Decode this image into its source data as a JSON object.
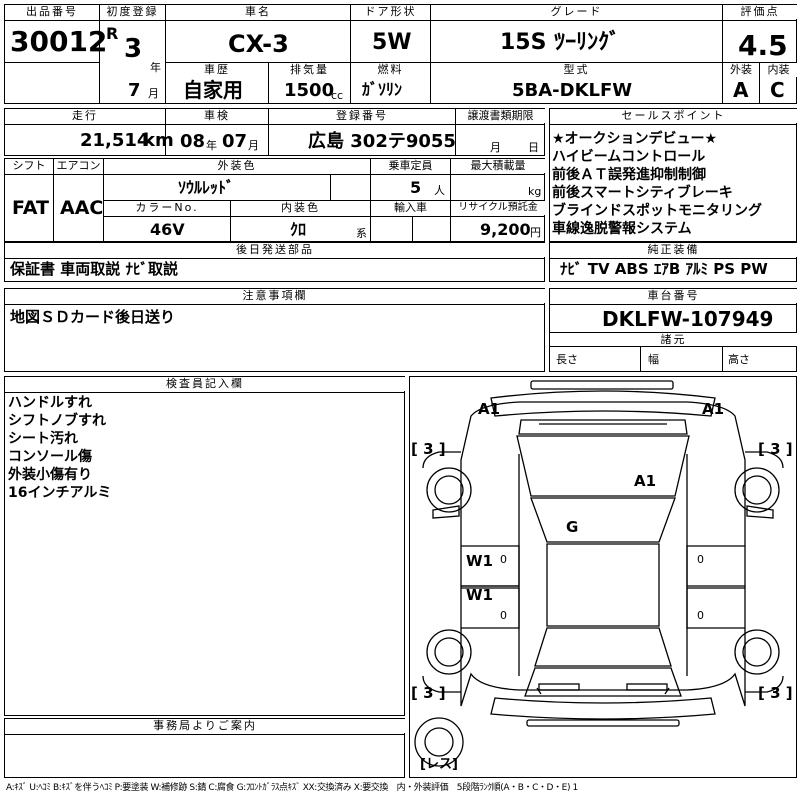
{
  "header": {
    "lot_label": "出品番号",
    "lot_number": "30012",
    "first_reg_label": "初度登録",
    "era": "R",
    "year": "3",
    "year_unit": "年",
    "month": "7",
    "month_unit": "月",
    "car_name_label": "車名",
    "car_name": "CX-3",
    "door_label": "ドア形状",
    "door": "5W",
    "grade_label": "グレード",
    "grade": "15S ﾂｰﾘﾝｸﾞ",
    "score_label": "評価点",
    "score": "4.5",
    "history_label": "車歴",
    "history": "自家用",
    "displacement_label": "排気量",
    "displacement": "1500",
    "displacement_unit": "cc",
    "fuel_label": "燃料",
    "fuel": "ｶﾞｿﾘﾝ",
    "model_label": "型式",
    "model": "5BA-DKLFW",
    "exterior_label": "外装",
    "exterior_grade": "A",
    "interior_label": "内装",
    "interior_grade": "C"
  },
  "row2": {
    "mileage_label": "走行",
    "mileage": "21,514",
    "mileage_unit": "km",
    "inspection_label": "車検",
    "insp_year": "08",
    "insp_year_unit": "年",
    "insp_month": "07",
    "insp_month_unit": "月",
    "reg_no_label": "登録番号",
    "reg_no": "広島 302テ9055",
    "transfer_label": "譲渡書類期限",
    "transfer_month_unit": "月",
    "transfer_day_unit": "日"
  },
  "row3": {
    "shift_label": "シフト",
    "shift": "FAT",
    "ac_label": "エアコン",
    "ac": "AAC",
    "color_label": "外装色",
    "color": "ｿｳﾙﾚｯﾄﾞ",
    "capacity_label": "乗車定員",
    "capacity": "5",
    "capacity_unit": "人",
    "load_label": "最大積載量",
    "load_unit": "kg",
    "color_no_label": "カラーNo.",
    "color_no": "46V",
    "interior_color_label": "内装色",
    "interior_color": "ｸﾛ",
    "interior_color_unit": "系",
    "import_label": "輸入車",
    "recycle_label": "リサイクル預託金",
    "recycle": "9,200",
    "recycle_unit": "円"
  },
  "later_parts": {
    "label": "後日発送部品",
    "value": "保証書 車両取説 ﾅﾋﾞ取説"
  },
  "sales_points": {
    "label": "セールスポイント",
    "items": [
      "★オークションデビュー★",
      "ハイビームコントロール",
      "前後ＡＴ誤発進抑制制御",
      "前後スマートシティブレーキ",
      "ブラインドスポットモニタリング",
      "車線逸脱警報システム"
    ]
  },
  "equipment": {
    "label": "純正装備",
    "value": "ﾅﾋﾞ TV ABS ｴｱB ｱﾙﾐ PS PW"
  },
  "notes": {
    "label": "注意事項欄",
    "value": "地図ＳＤカード後日送り"
  },
  "chassis": {
    "label": "車台番号",
    "value": "DKLFW-107949",
    "specs_label": "諸元",
    "length_label": "長さ",
    "width_label": "幅",
    "height_label": "高さ"
  },
  "inspector": {
    "label": "検査員記入欄",
    "items": [
      "ハンドルすれ",
      "シフトノブすれ",
      "シート汚れ",
      "コンソール傷",
      "外装小傷有り",
      "16インチアルミ"
    ]
  },
  "diagram": {
    "damage_marks": [
      "A1",
      "A1",
      "A1",
      "G",
      "W1",
      "W1"
    ],
    "tire_marks": [
      "3",
      "3",
      "3",
      "3"
    ],
    "spare_label": "レス",
    "zeros": [
      "0",
      "0",
      "0",
      "0"
    ]
  },
  "office": {
    "label": "事務局よりご案内"
  },
  "legend": "A:ｷｽﾞ U:ﾍｺﾐ B:ｷｽﾞを伴うﾍｺﾐ P:要塗装 W:補修跡 S:錆 C:腐食 G:ﾌﾛﾝﾄｶﾞﾗｽ点ｷｽﾞ XX:交換済み X:要交換　内・外装評価　5段階ﾗﾝｸ順(A・B・C・D・E) 1"
}
